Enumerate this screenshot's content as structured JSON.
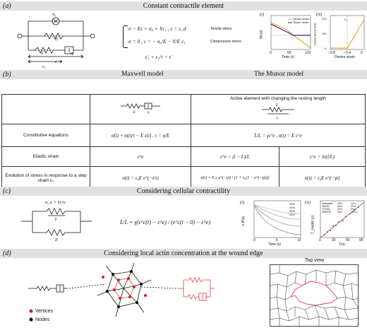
{
  "panel_a": {
    "label": "(a)",
    "title": "Constant contractile element",
    "symbols": {
      "sigma_0": "σ₀",
      "E": "E",
      "Y": "Y",
      "eta": "η",
      "eps": "ε",
      "eps1": "ε₁"
    },
    "eq_line1": "σ = Eε + σ₀ + Yε₁ , ε = ε_d",
    "eq_line1_note": "Tensile stress",
    "eq_line2": "σ = 0 , ε = − σ₀/E − Y/E ε₁",
    "eq_line2_note": "Compressive stress",
    "eq_line3": "ε̇₁ + ε₁/τ = ε̇",
    "plot_i": {
      "label": "(i)",
      "xlabel": "Time (s)",
      "ylabel": "Strain",
      "legend": [
        "Device strain",
        "Tissue strain"
      ],
      "xticks": [
        "0",
        "60",
        "120"
      ],
      "colors": {
        "device": "#f0a030",
        "tissue": "#1f2f7a"
      }
    },
    "plot_ii": {
      "label": "(ii)",
      "xlabel": "Device strain",
      "ylabel": "Tissue stress (Pa)",
      "xticks": [
        "−0.8",
        "−0.4",
        "0"
      ],
      "yticks": [
        "0",
        "100",
        "200"
      ],
      "annot": "ε₀"
    }
  },
  "panel_b": {
    "label": "(b)",
    "col_maxwell": "Maxwell model",
    "col_munoz": "The Munoz model",
    "munoz_sub": "Active element with changing the resting length",
    "rows": [
      {
        "name": "Constitutive equations",
        "maxwell": "σ̇(t) + σ(t)/τ − E ε̇(t) ,  τ = η/E",
        "munoz": "L̇/L = γε^e , σ(t) = E ε^e"
      },
      {
        "name": "Elastic strain",
        "maxwell": "ε^e",
        "munoz_a": "ε^e = (l − L)/L",
        "munoz_b": "ε^e = ln(l/L)"
      },
      {
        "name": "Evolution of stress in response to a step strain ε₀",
        "maxwell": "σ(t) = ε₀E e^(−t/τ)",
        "munoz_a": "σ(t) = E ε₀e^(−γt) / (1 + ε₀(1 − e^(−γt)))",
        "munoz_b": "σ(t) = ε₀E e^(−γt)"
      }
    ]
  },
  "panel_c": {
    "label": "(c)",
    "title": "Considering cellular contractility",
    "spring_label": "σ_a = Yε^c",
    "gamma": "γ",
    "E": "E",
    "equation": "L̇/L = γ(ε^c(t) − ε^e) / (ε^c(t − 0) − ε^e)",
    "plot_i": {
      "label": "(i)",
      "xlabel": "Time (s)",
      "ylabel": "σ (Pa)",
      "legend": [
        "10%",
        "20%",
        "30%",
        "40%"
      ],
      "xticks": [
        "0",
        "5",
        "10"
      ]
    },
    "plot_ii": {
      "label": "(ii)",
      "xlabel": "T(s)",
      "ylabel": "T_model (s)",
      "xticks": [
        "0",
        "30",
        "60",
        "90"
      ],
      "yticks": [
        "0",
        "30",
        "60",
        "90"
      ],
      "legend": [
        "Untreated",
        "DMSO",
        "Y27632",
        "SMIFH2",
        "20%",
        "30%",
        "40%",
        "50%",
        "1% ε",
        "3% ε",
        "5% ε",
        "10% ε"
      ]
    }
  },
  "panel_d": {
    "label": "(d)",
    "title": "Considering local actin concentration at the wound edge",
    "legend_vertices": "Vertices",
    "legend_nodes": "Nodes",
    "top_view": "Top view",
    "colors": {
      "vertex": "#d81e1e",
      "node": "#000000",
      "edge": "#e03a3a"
    }
  }
}
